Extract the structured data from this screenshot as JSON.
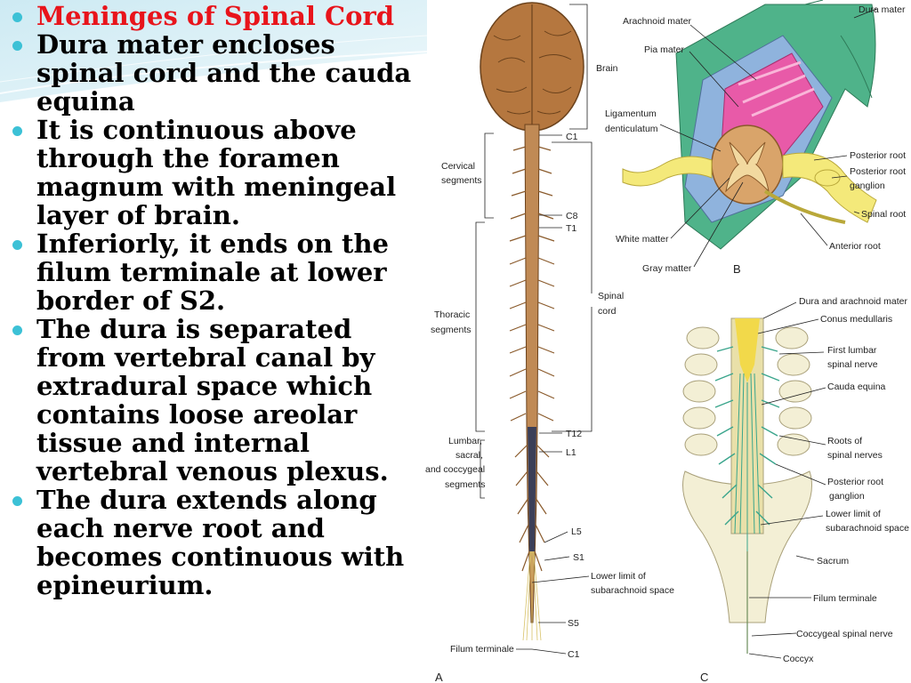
{
  "slide": {
    "title": "Meninges of  Spinal Cord",
    "bullets": [
      "Dura mater encloses spinal cord and the cauda equina",
      " It is continuous above through the foramen magnum with  meningeal layer  of  brain.",
      "Inferiorly, it ends on the filum terminale at lower border of S2.",
      "The dura is separated from vertebral canal by extradural space which contains loose areolar tissue and internal vertebral venous plexus.",
      "The dura extends along each nerve root and becomes continuous with epineurium."
    ]
  },
  "figure": {
    "panel_a": {
      "letter": "A",
      "labels": {
        "brain": "Brain",
        "c1": "C1",
        "cervical": [
          "Cervical",
          "segments"
        ],
        "c8": "C8",
        "t1": "T1",
        "spinal_cord": [
          "Spinal",
          "cord"
        ],
        "thoracic": [
          "Thoracic",
          "segments"
        ],
        "t12": "T12",
        "l1": "L1",
        "lumbar": [
          "Lumbar,",
          "sacral,",
          "and coccygeal",
          "segments"
        ],
        "l5": "L5",
        "s1": "S1",
        "lower_limit": [
          "Lower limit of",
          "subarachnoid space"
        ],
        "s5": "S5",
        "filum": "Filum terminale",
        "c1_bottom": "C1"
      }
    },
    "panel_b": {
      "letter": "B",
      "labels": {
        "dura": "Dura mater",
        "arachnoid": "Arachnoid mater",
        "pia": "Pia mater",
        "ligamentum": [
          "Ligamentum",
          "denticulatum"
        ],
        "posterior_root": "Posterior root",
        "posterior_root_ganglion": [
          "Posterior root",
          "ganglion"
        ],
        "spinal_root": "Spinal root",
        "white_matter": "White matter",
        "anterior_root": "Anterior root",
        "gray_matter": "Gray matter"
      }
    },
    "panel_c": {
      "letter": "C",
      "labels": {
        "dura_arachnoid": "Dura and arachnoid mater",
        "conus": "Conus medullaris",
        "first_lumbar": [
          "First lumbar",
          "spinal nerve"
        ],
        "cauda": "Cauda equina",
        "roots": [
          "Roots of",
          "spinal nerves"
        ],
        "prg": [
          "Posterior root",
          "ganglion"
        ],
        "lower_limit": [
          "Lower limit of",
          "subarachnoid space"
        ],
        "sacrum": "Sacrum",
        "filum": "Filum terminale",
        "coccygeal": "Coccygeal spinal nerve",
        "coccyx": "Coccyx"
      }
    },
    "colors": {
      "bullet": "#3cc1d6",
      "title": "#e8141b",
      "dura_green": "#4fb38a",
      "arachnoid_blue": "#8fb3dd",
      "pia_pink": "#e85aa8",
      "nerve_yellow": "#f4e97a",
      "brain_brown": "#b5773f",
      "cord_dark": "#3b3f58"
    }
  }
}
